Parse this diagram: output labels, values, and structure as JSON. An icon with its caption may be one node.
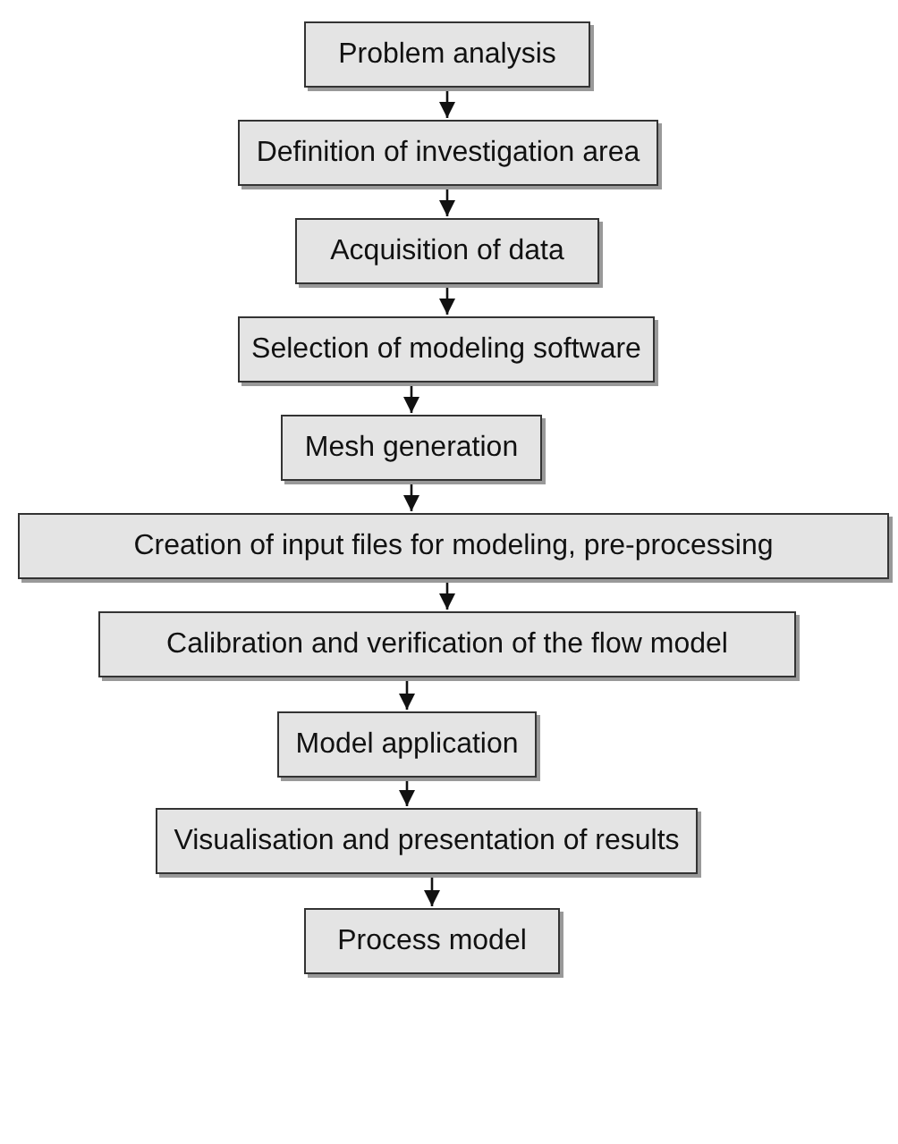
{
  "diagram": {
    "nodes": [
      {
        "text": [
          "Problem analysis"
        ]
      },
      {
        "text": [
          "Definition of investigation area"
        ]
      },
      {
        "text": [
          "Acquisition of data"
        ]
      },
      {
        "text": [
          "Selection of modeling software"
        ]
      },
      {
        "text": [
          "Mesh generation"
        ]
      },
      {
        "text": [
          "Creation of input files for modeling, pre-processing"
        ]
      },
      {
        "text": [
          "Calibration and verification of the flow model"
        ]
      },
      {
        "text": [
          "Model application"
        ]
      },
      {
        "text": [
          "Visualisation and presentation of results"
        ]
      },
      {
        "text": [
          "Process model"
        ]
      }
    ],
    "edges": [
      {
        "from": 0,
        "to": 1,
        "arrow": "to"
      },
      {
        "from": 1,
        "to": 2,
        "arrow": "to"
      },
      {
        "from": 2,
        "to": 3,
        "arrow": "to"
      },
      {
        "from": 3,
        "to": 4,
        "arrow": "to"
      },
      {
        "from": 4,
        "to": 5,
        "arrow": "to"
      },
      {
        "from": 5,
        "to": 6,
        "arrow": "to"
      },
      {
        "from": 6,
        "to": 7,
        "arrow": "to"
      },
      {
        "from": 7,
        "to": 8,
        "arrow": "to"
      },
      {
        "from": 8,
        "to": 9,
        "arrow": "to"
      }
    ]
  }
}
